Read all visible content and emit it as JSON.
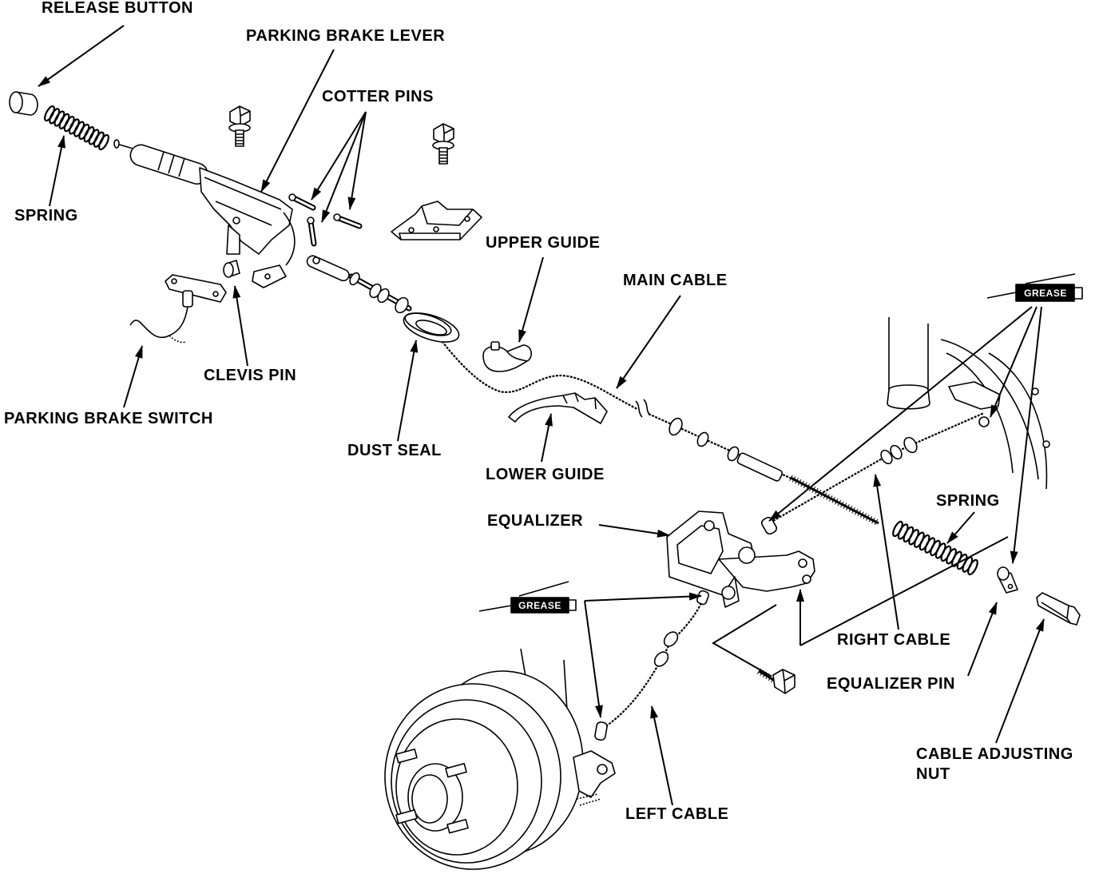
{
  "labels": {
    "release_button": "RELEASE BUTTON",
    "parking_brake_lever": "PARKING BRAKE LEVER",
    "cotter_pins": "COTTER PINS",
    "spring_left": "SPRING",
    "upper_guide": "UPPER GUIDE",
    "main_cable": "MAIN CABLE",
    "clevis_pin": "CLEVIS PIN",
    "parking_brake_switch": "PARKING BRAKE SWITCH",
    "dust_seal": "DUST SEAL",
    "lower_guide": "LOWER GUIDE",
    "equalizer": "EQUALIZER",
    "spring_right": "SPRING",
    "right_cable": "RIGHT CABLE",
    "equalizer_pin": "EQUALIZER PIN",
    "cable_adjusting_nut_line1": "CABLE ADJUSTING",
    "cable_adjusting_nut_line2": "NUT",
    "left_cable": "LEFT CABLE"
  },
  "grease_tubes": {
    "upper": "GREASE",
    "lower": "GREASE"
  },
  "colors": {
    "ink": "#000000",
    "paper": "#ffffff"
  }
}
